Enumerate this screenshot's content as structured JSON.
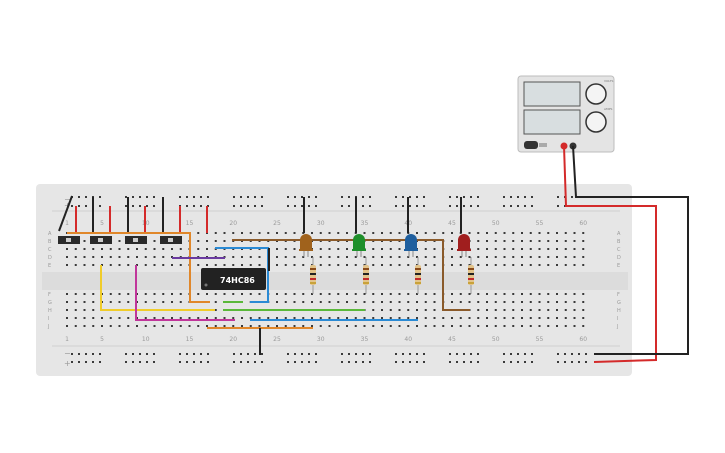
{
  "breadboard": {
    "column_labels": [
      "1",
      "5",
      "10",
      "15",
      "20",
      "25",
      "30",
      "35",
      "40",
      "45",
      "50",
      "55",
      "60"
    ],
    "row_labels_top": [
      "A",
      "B",
      "C",
      "D",
      "E"
    ],
    "row_labels_bottom": [
      "F",
      "G",
      "H",
      "I",
      "J"
    ],
    "rail_symbols": {
      "minus": "−",
      "plus": "+"
    }
  },
  "chip": {
    "label": "74HC86"
  },
  "power_supply": {
    "knob_labels": [
      "VOLTS",
      "AMPS"
    ]
  },
  "leds": [
    {
      "color": "#a0621c",
      "name": "orange-led"
    },
    {
      "color": "#1e8f2a",
      "name": "green-led"
    },
    {
      "color": "#1f5f9e",
      "name": "blue-led"
    },
    {
      "color": "#a01e1e",
      "name": "red-led"
    }
  ],
  "colors": {
    "board": "#e6e6e6",
    "hole": "#3a3a3a",
    "wire_black": "#222222",
    "wire_red": "#d42a2a",
    "wire_orange": "#e0872a",
    "wire_yellow": "#f0cc2a",
    "wire_magenta": "#c0359a",
    "wire_purple": "#6a3aa0",
    "wire_blue": "#2a8ad4",
    "wire_green": "#5ab83a",
    "wire_brown": "#8a5a2a"
  }
}
